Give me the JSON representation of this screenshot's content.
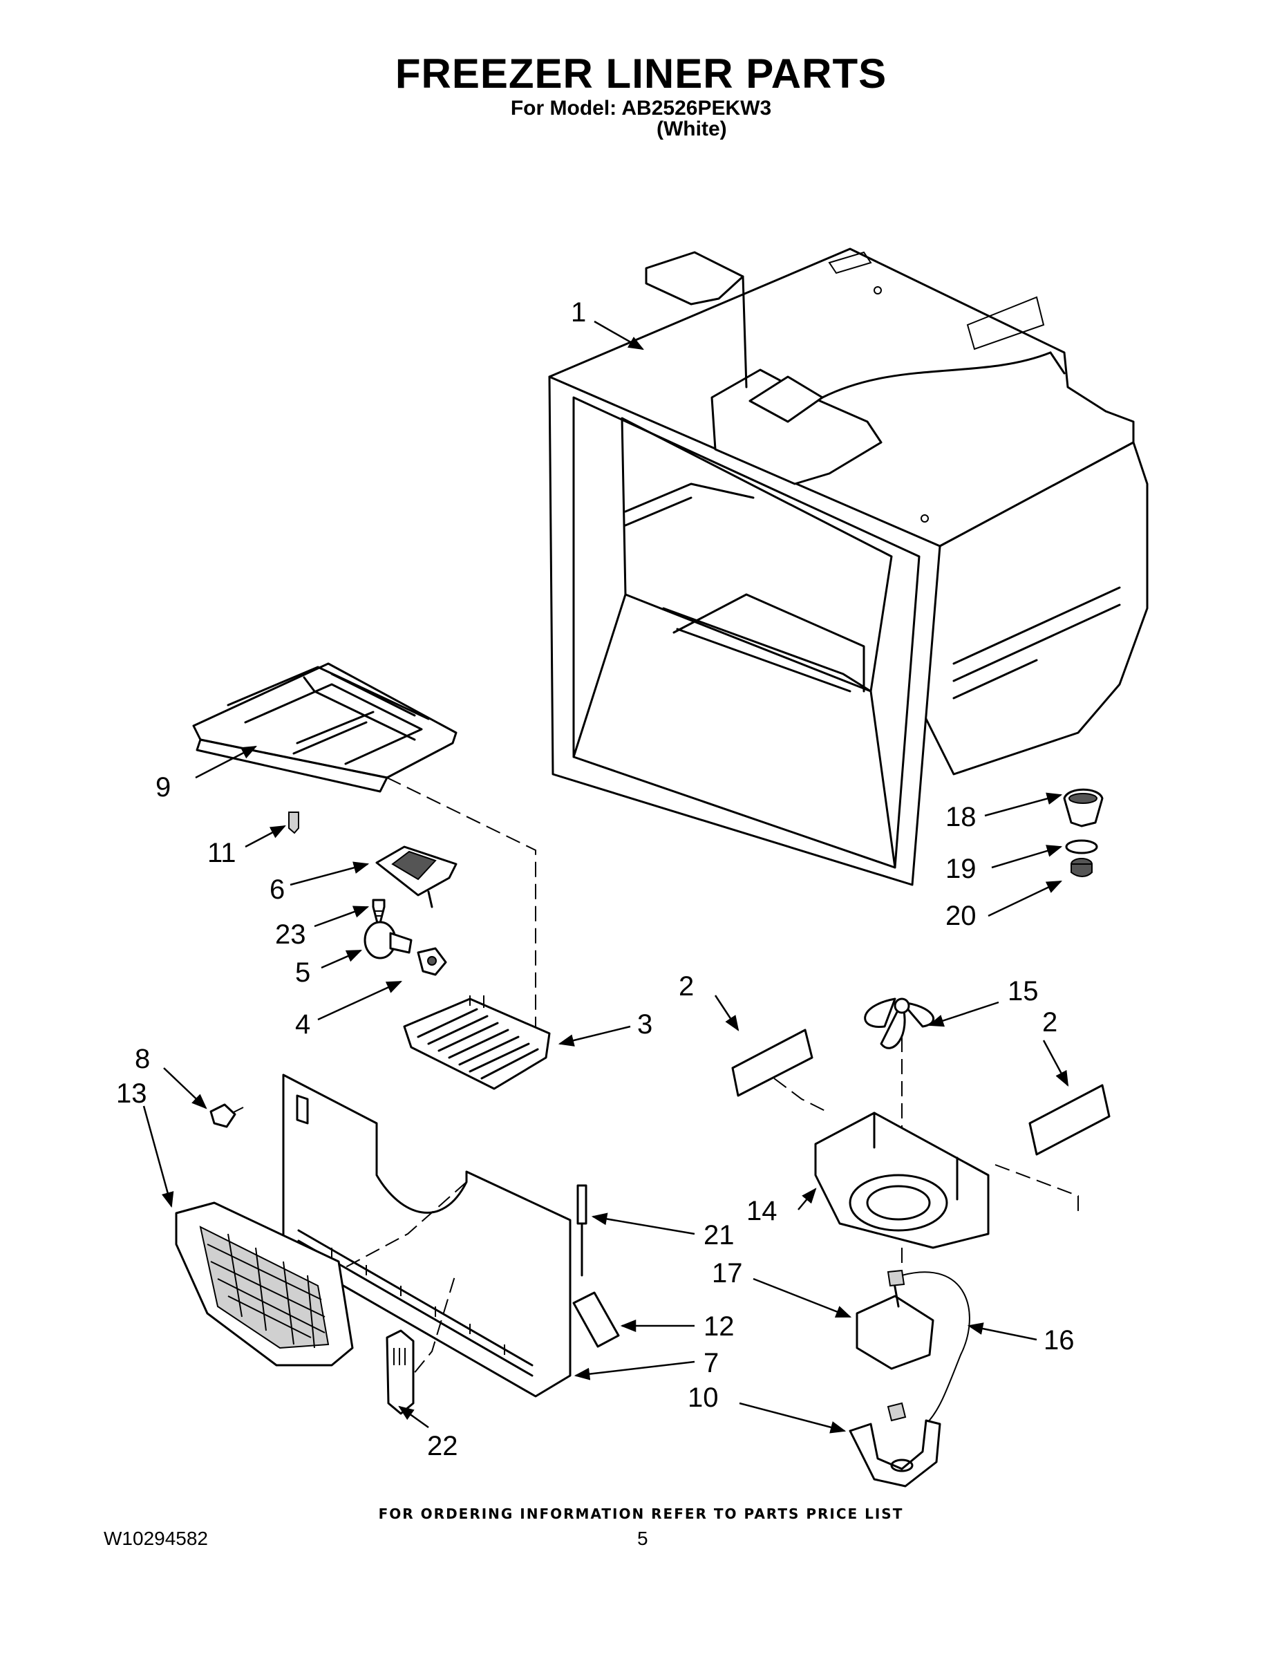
{
  "page": {
    "title": "FREEZER LINER PARTS",
    "model_line": "For Model: AB2526PEKW3",
    "color_line": "(White)",
    "footer_note": "FOR ORDERING INFORMATION REFER TO PARTS PRICE LIST",
    "doc_number": "W10294582",
    "page_number": "5"
  },
  "callouts": [
    "1",
    "2",
    "2",
    "3",
    "4",
    "5",
    "6",
    "7",
    "8",
    "9",
    "10",
    "11",
    "12",
    "13",
    "14",
    "15",
    "16",
    "17",
    "18",
    "19",
    "20",
    "21",
    "22",
    "23"
  ]
}
